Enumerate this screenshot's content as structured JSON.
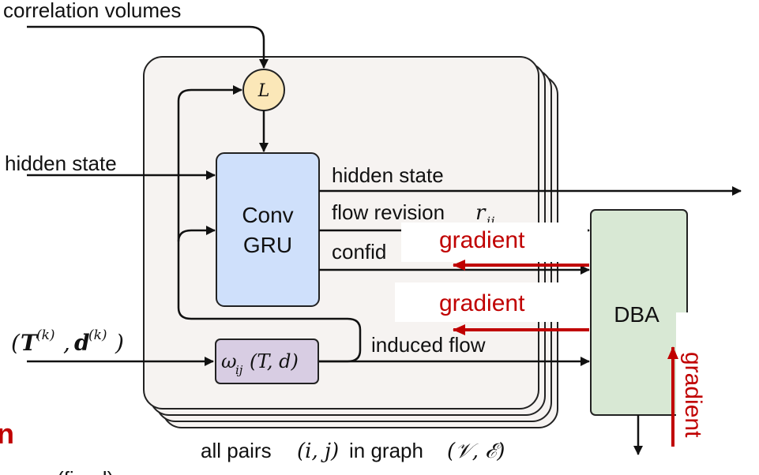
{
  "labels": {
    "correlation_volumes": "correlation volumes",
    "hidden_state_in": "hidden state",
    "hidden_state_out": "hidden state",
    "flow_revision_text": "flow revision",
    "flow_revision_symbol": "r",
    "flow_revision_sub": "ij",
    "confidence_partial": "confid",
    "lookup_symbol": "L",
    "gru_line1": "Conv",
    "gru_line2": "GRU",
    "pose_input_T": "T",
    "pose_input_d": "d",
    "pose_superscript": "(k)",
    "omega_symbol": "ω",
    "omega_sub": "ij",
    "omega_args": "(T, d)",
    "induced_flow": "induced flow",
    "dba": "DBA",
    "gradient_1": "gradient",
    "gradient_2": "gradient",
    "gradient_vertical": "gradient",
    "all_pairs_prefix": "all pairs",
    "all_pairs_vars": "(i, j)",
    "all_pairs_mid": "in graph",
    "all_pairs_graph": "(𝒱, ℰ)",
    "cut_bottom_left": "n",
    "cut_bottom_text": "(fixed)"
  },
  "colors": {
    "gru_fill": "#cfe0fb",
    "gru_stroke": "#222222",
    "lookup_fill": "#fbe7b8",
    "omega_fill": "#d8cde3",
    "dba_fill": "#d8e8d4",
    "frame_fill": "#f6f3f1",
    "gradient_red": "#c00000"
  }
}
